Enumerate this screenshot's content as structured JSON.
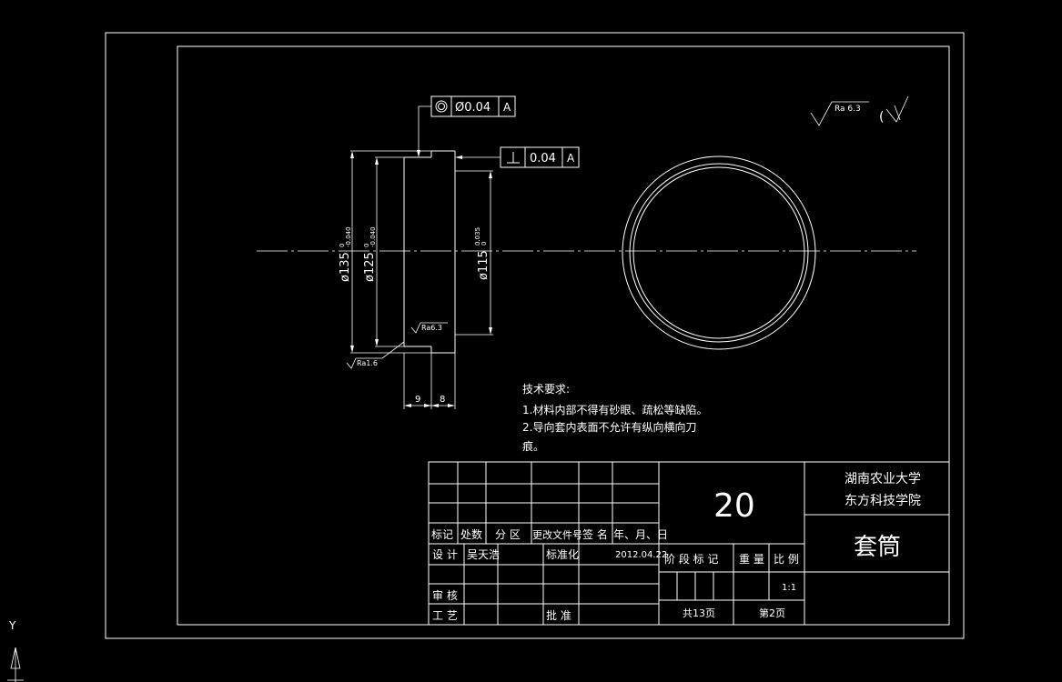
{
  "drawing": {
    "gdt_frame_1": {
      "symbol": "concentricity",
      "value": "Ø0.04",
      "datum": "A"
    },
    "gdt_frame_2": {
      "symbol": "perpendicularity",
      "value": "0.04",
      "datum": "A"
    },
    "general_roughness": "Ra 6.3",
    "general_roughness_suffix": "(",
    "dimensions": {
      "d135": "ø135",
      "d135_upper": "0",
      "d135_lower": "-0.040",
      "d125": "ø125",
      "d125_upper": "0",
      "d125_lower": "-0.040",
      "d115": "ø115",
      "d115_upper": "0.035",
      "d115_lower": "0",
      "w9": "9",
      "w8": "8"
    },
    "roughness_inner": "Ra6.3",
    "roughness_outer": "Ra1.6"
  },
  "notes": {
    "heading": "技术要求:",
    "line1": "1.材料内部不得有砂眼、疏松等缺陷。",
    "line2": "2.导向套内表面不允许有纵向横向刀",
    "line3": "痕。"
  },
  "title_block": {
    "part_no": "20",
    "school_line1": "湖南农业大学",
    "school_line2": "东方科技学院",
    "part_name": "套筒",
    "hdr_mark": "标记",
    "hdr_qty": "处数",
    "hdr_zone": "分 区",
    "hdr_doc": "更改文件号",
    "hdr_sign": "签 名",
    "hdr_date": "年、月、日",
    "design_label": "设 计",
    "designer": "吴天浩",
    "standard_label": "标准化",
    "date": "2012.04.22",
    "stage_label": "阶 段 标 记",
    "weight_label": "重 量",
    "scale_label": "比 例",
    "scale": "1:1",
    "review_label": "审 核",
    "process_label": "工 艺",
    "approve_label": "批 准",
    "total_sheets": "共13页",
    "sheet_no": "第2页"
  },
  "ucs": {
    "y_label": "Y"
  }
}
